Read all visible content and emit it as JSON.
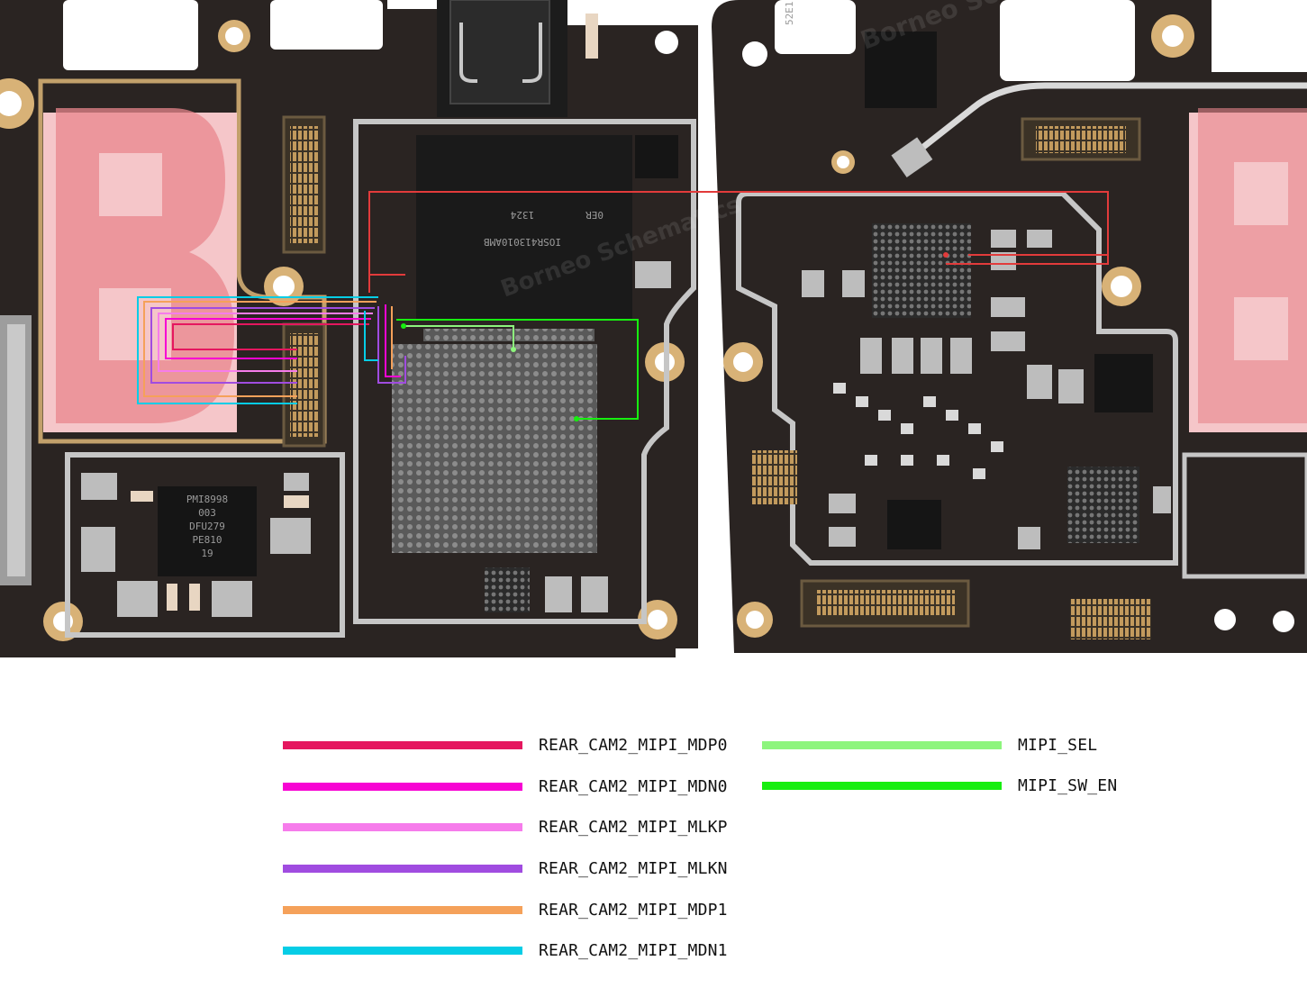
{
  "board": {
    "chip_labels": {
      "pmic_line1": "PMI8998",
      "pmic_line2": "003",
      "pmic_line3": "DFU279",
      "pmic_line4": "PE810",
      "pmic_line5": "19",
      "emmc_line1": "IOSR413010AMB",
      "emmc_line2": "1324",
      "emmc_line3": "0ER",
      "corner_code": "52E1"
    },
    "watermark_text": "Borneo Schematics"
  },
  "legend": {
    "items": [
      {
        "label": "REAR_CAM2_MIPI_MDP0",
        "color": "#e5175f"
      },
      {
        "label": "REAR_CAM2_MIPI_MDN0",
        "color": "#f704d3"
      },
      {
        "label": "REAR_CAM2_MIPI_MLKP",
        "color": "#f67ceb"
      },
      {
        "label": "REAR_CAM2_MIPI_MLKN",
        "color": "#a04ce0"
      },
      {
        "label": "REAR_CAM2_MIPI_MDP1",
        "color": "#f5a15a"
      },
      {
        "label": "REAR_CAM2_MIPI_MDN1",
        "color": "#06cde6"
      },
      {
        "label": "MIPI_SEL",
        "color": "#8df57d"
      },
      {
        "label": "MIPI_SW_EN",
        "color": "#17ee10"
      }
    ]
  },
  "net_colors": {
    "power_net": "#e23b3b"
  }
}
